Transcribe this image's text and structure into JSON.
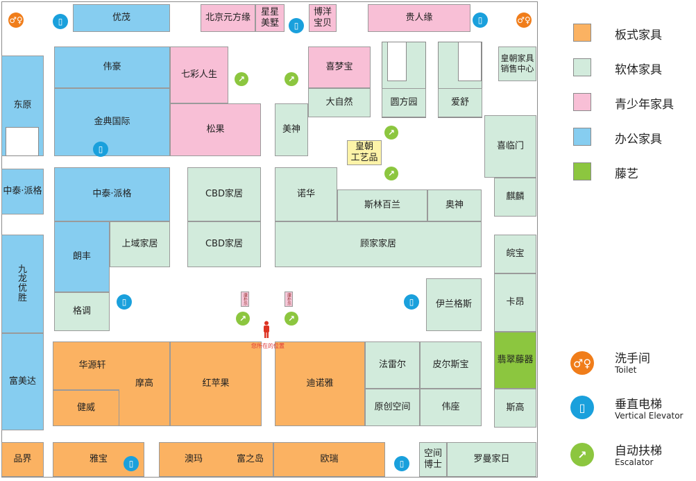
{
  "colors": {
    "panel": "#fbb262",
    "soft": "#d2ebdc",
    "youth": "#f8bfd6",
    "office": "#86cdf0",
    "rattan": "#8cc63f",
    "toilet": "#f07d1a",
    "elevator": "#1aa0dc",
    "escalator": "#8cc63f"
  },
  "legend": {
    "categories": [
      {
        "label": "板式家具",
        "type": "panel"
      },
      {
        "label": "软体家具",
        "type": "soft"
      },
      {
        "label": "青少年家具",
        "type": "youth"
      },
      {
        "label": "办公家具",
        "type": "office"
      },
      {
        "label": "藤艺",
        "type": "rattan"
      }
    ],
    "facilities": [
      {
        "cn": "洗手间",
        "en": "Toilet",
        "icon": "toilet-icon"
      },
      {
        "cn": "垂直电梯",
        "en": "Vertical Elevator",
        "icon": "elevator-icon"
      },
      {
        "cn": "自动扶梯",
        "en": "Escalator",
        "icon": "escalator-icon"
      }
    ]
  },
  "you_are_here": "您所在的位置",
  "kang_label": "康朴乐",
  "stores": {
    "youmao": "优茂",
    "beijing_yuanfang": "北京元方缘",
    "xingxing": "星星\n美墅",
    "boyang": "博洋\n宝贝",
    "guirenyuan": "贵人缘",
    "weihao": "伟豪",
    "qicai": "七彩人生",
    "ximengbao": "喜梦宝",
    "huangchao_sales": "皇朝家具\n销售中心",
    "dongyuan": "东原",
    "jindian": "金典国际",
    "songguo": "松果",
    "meishen": "美神",
    "daziran": "大自然",
    "yuanfangyuan": "圆方园",
    "aishu": "爱舒",
    "xilinmen": "喜临门",
    "huangchao_art": "皇朝\n工艺品",
    "zhongtai_left": "中泰·派格",
    "zhongtai": "中泰·派格",
    "cbd1": "CBD家居",
    "nuohua": "诺华",
    "silin": "斯林百兰",
    "aoshen": "奥神",
    "qilin": "麒麟",
    "langfeng": "朗丰",
    "shangyu": "上域家居",
    "cbd2": "CBD家居",
    "gujia": "顾家家居",
    "wanbao": "皖宝",
    "jiulong": "九\n龙\n优\n胜",
    "getiao": "格调",
    "yilange": "伊兰格斯",
    "kaang": "卡昂",
    "fucuitengyi": "翡翠藤器",
    "fumeida": "富美达",
    "huayuanxuan": "华源轩",
    "mogao": "摩高",
    "hongpingguo": "红苹果",
    "dinuoya": "迪诺雅",
    "faleier": "法雷尔",
    "pierstbao": "皮尔斯宝",
    "jianwei": "健威",
    "yuanchuang": "原创空间",
    "weizuo": "伟座",
    "sigao": "斯高",
    "pinjie": "品界",
    "yabao": "雅宝",
    "aoma": "澳玛",
    "fuzhidao": "富之岛",
    "ourui": "欧瑞",
    "kongjian": "空间\n博士",
    "luoman": "罗曼家日"
  }
}
